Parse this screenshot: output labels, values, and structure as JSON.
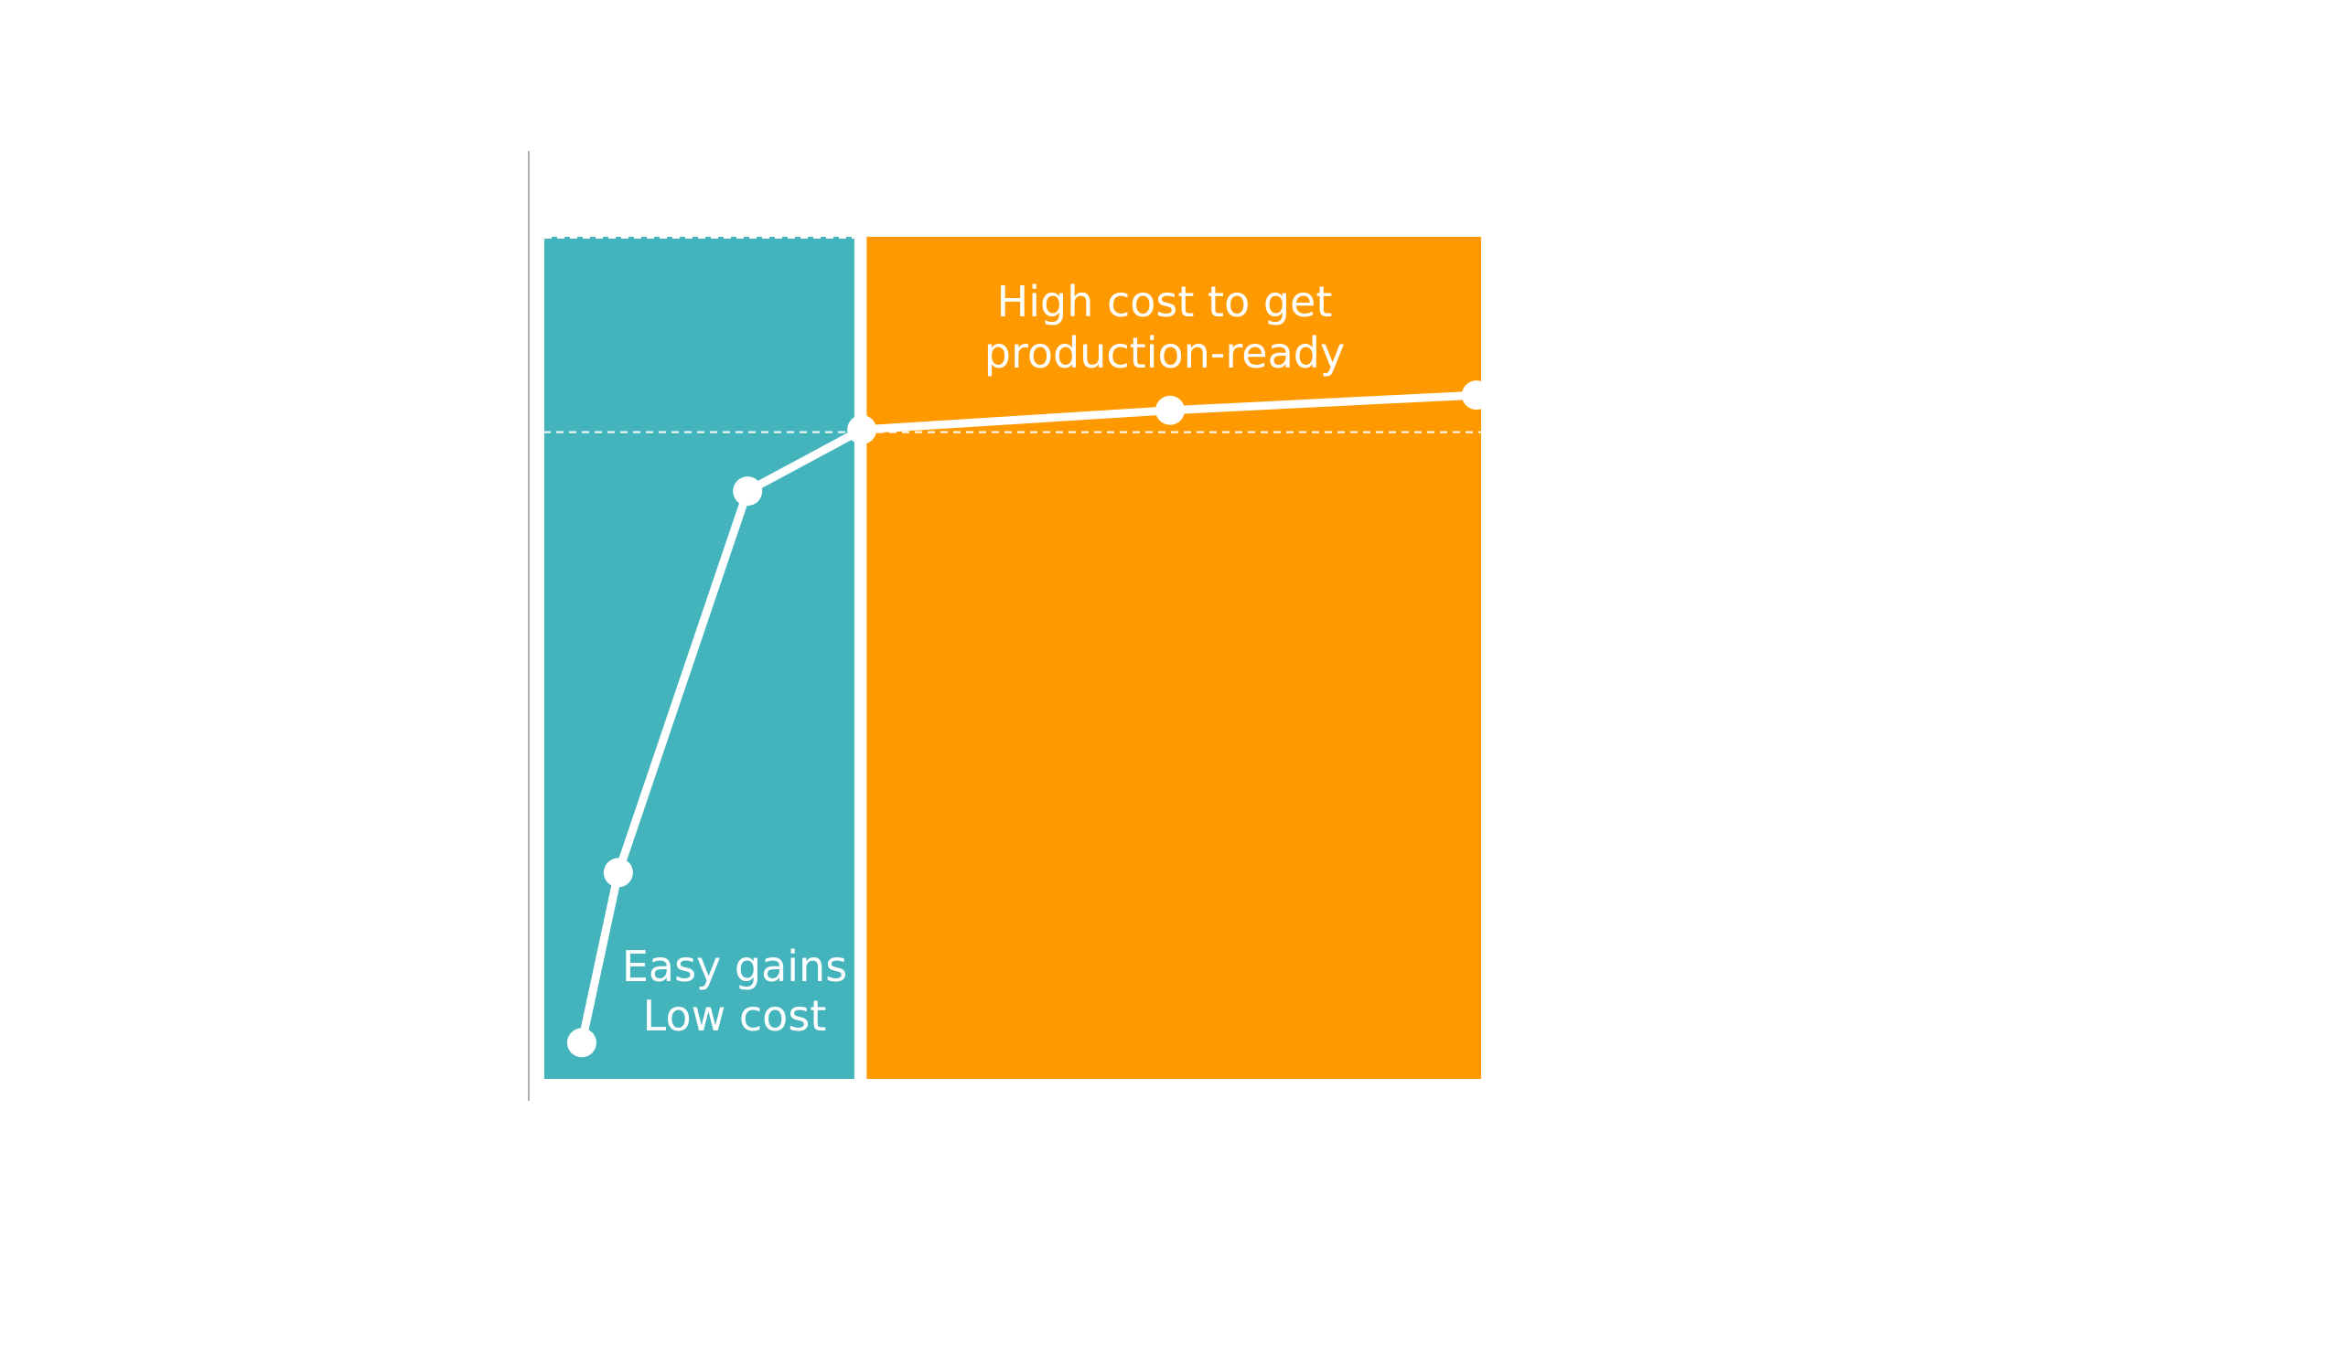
{
  "chart_data": {
    "type": "line",
    "title": "",
    "xlabel": "",
    "ylabel": "",
    "xlim": [
      0,
      100
    ],
    "ylim": [
      0,
      100
    ],
    "grid": false,
    "series": [
      {
        "name": "performance",
        "x": [
          4,
          7.9,
          21.7,
          33.9,
          66.8,
          99.5
        ],
        "y": [
          4.3,
          24.5,
          69.8,
          77.1,
          79.4,
          81.2
        ]
      }
    ],
    "regions": [
      {
        "name": "easy",
        "x": [
          0,
          33.1
        ],
        "color": "#43B3BC",
        "label": [
          "Easy gains",
          "Low cost"
        ]
      },
      {
        "name": "costly",
        "x": [
          34.4,
          100
        ],
        "color": "#FF9900",
        "label": [
          "High cost to get",
          "production-ready"
        ]
      }
    ],
    "threshold_y": 76.8,
    "top_line_y": 100
  }
}
